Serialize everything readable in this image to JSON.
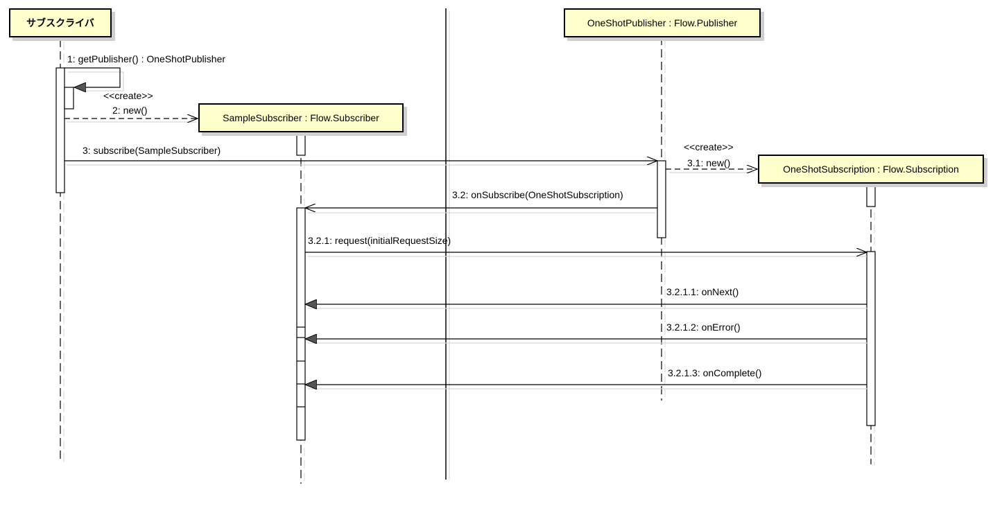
{
  "participants": [
    {
      "id": "subscriber_actor",
      "label": "サブスクライバ"
    },
    {
      "id": "sample_subscriber",
      "label": "SampleSubscriber : Flow.Subscriber"
    },
    {
      "id": "one_shot_publisher",
      "label": "OneShotPublisher : Flow.Publisher"
    },
    {
      "id": "one_shot_subscription",
      "label": "OneShotSubscription : Flow.Subscription"
    }
  ],
  "messages": [
    {
      "id": "m1",
      "label": "1: getPublisher() : OneShotPublisher",
      "kind": "self-sync"
    },
    {
      "id": "m2_stereo",
      "label": "<<create>>"
    },
    {
      "id": "m2",
      "label": "2: new()",
      "kind": "create"
    },
    {
      "id": "m3",
      "label": "3: subscribe(SampleSubscriber)",
      "kind": "async"
    },
    {
      "id": "m31_stereo",
      "label": "<<create>>"
    },
    {
      "id": "m31",
      "label": "3.1: new()",
      "kind": "create"
    },
    {
      "id": "m32",
      "label": "3.2: onSubscribe(OneShotSubscription)",
      "kind": "async"
    },
    {
      "id": "m321",
      "label": "3.2.1: request(initialRequestSize)",
      "kind": "async"
    },
    {
      "id": "m3211",
      "label": "3.2.1.1: onNext()",
      "kind": "sync"
    },
    {
      "id": "m3212",
      "label": "3.2.1.2: onError()",
      "kind": "sync"
    },
    {
      "id": "m3213",
      "label": "3.2.1.3: onComplete()",
      "kind": "sync"
    }
  ],
  "colors": {
    "box_fill": "#ffffcc",
    "line": "#000000",
    "shadow": "#cfcfcf"
  }
}
